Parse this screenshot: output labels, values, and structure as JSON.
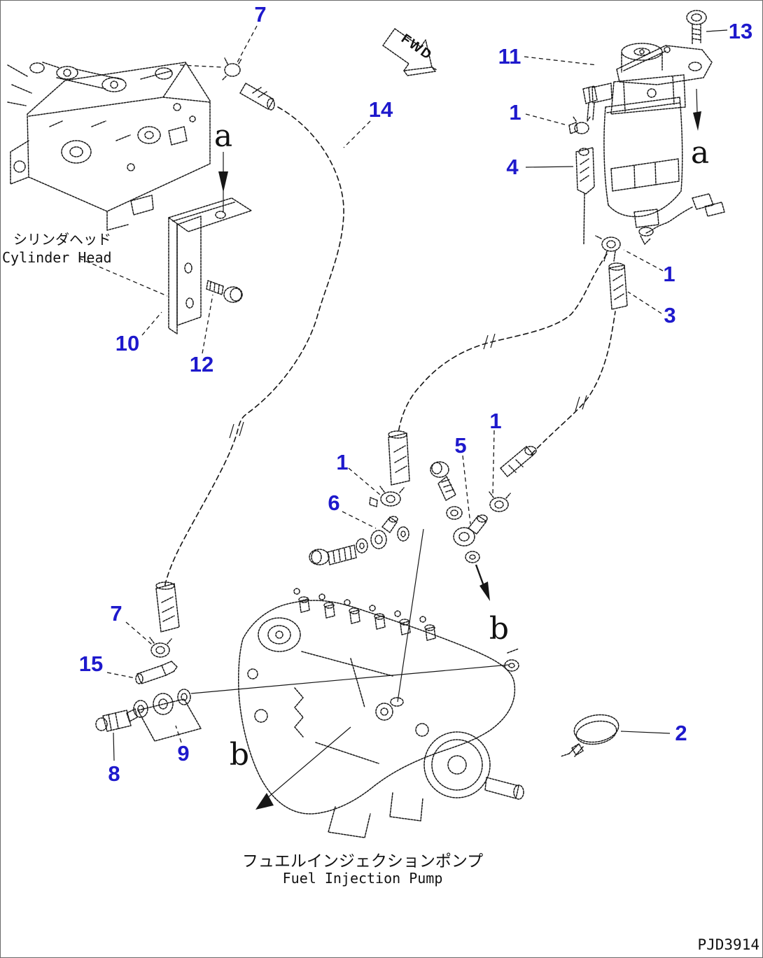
{
  "diagram": {
    "drawing_code": "PJD3914",
    "colors": {
      "callout": "#1e19cc",
      "line": "#161616",
      "background": "#ffffff"
    },
    "fwd_label": "FWD",
    "view_labels": {
      "a": "a",
      "b": "b"
    },
    "component_labels": {
      "cylinder_head_jp": "シリンダヘッド",
      "cylinder_head_en": "Cylinder Head",
      "fuel_injection_pump_jp": "フュエルインジェクションポンプ",
      "fuel_injection_pump_en": "Fuel Injection Pump"
    },
    "callouts": [
      {
        "ref": "clip-top",
        "label": "7"
      },
      {
        "ref": "fuel-hose",
        "label": "14"
      },
      {
        "ref": "fuel-filter-assembly",
        "label": "11"
      },
      {
        "ref": "filter-mounting-bolt",
        "label": "13"
      },
      {
        "ref": "hose-clip-filter-inlet",
        "label": "1"
      },
      {
        "ref": "clamp-plate",
        "label": "4"
      },
      {
        "ref": "hose-clip-filter-outlet",
        "label": "1"
      },
      {
        "ref": "connector-tube",
        "label": "3"
      },
      {
        "ref": "mounting-bracket",
        "label": "10"
      },
      {
        "ref": "bracket-bolt",
        "label": "12"
      },
      {
        "ref": "hose-clip-mid",
        "label": "1"
      },
      {
        "ref": "banjo-bolt",
        "label": "6"
      },
      {
        "ref": "banjo-fitting",
        "label": "5"
      },
      {
        "ref": "hose-clip-return",
        "label": "1"
      },
      {
        "ref": "clip-lower",
        "label": "7"
      },
      {
        "ref": "pin",
        "label": "15"
      },
      {
        "ref": "joint-valve",
        "label": "8"
      },
      {
        "ref": "spacer-plate",
        "label": "9"
      },
      {
        "ref": "hose-clamp",
        "label": "2"
      }
    ]
  }
}
